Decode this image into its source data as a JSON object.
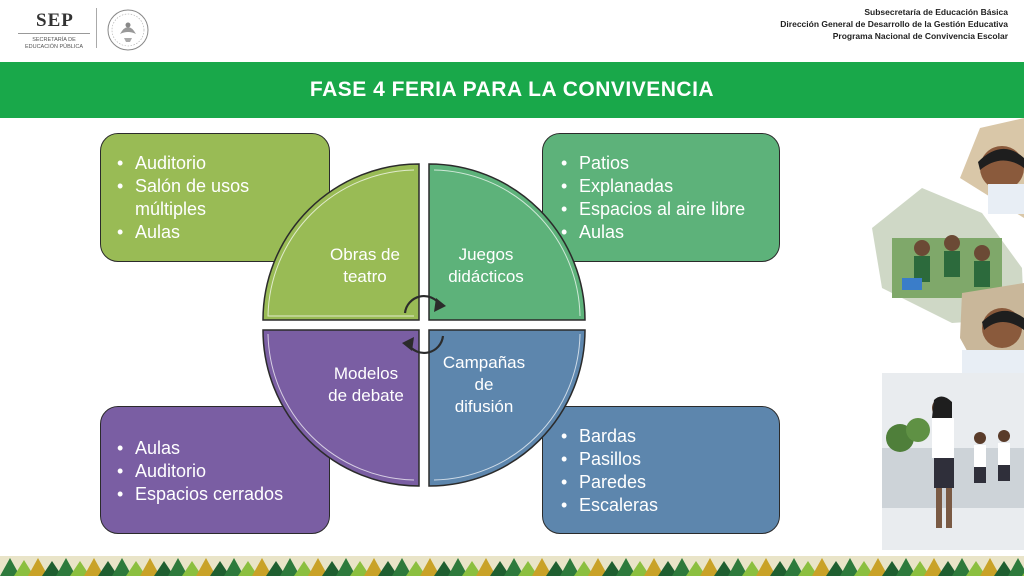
{
  "header": {
    "sep_logo_text": "SEP",
    "sep_subtitle_line1": "SECRETARÍA DE",
    "sep_subtitle_line2": "EDUCACIÓN PÚBLICA",
    "right_line1": "Subsecretaría de Educación Básica",
    "right_line2": "Dirección General de Desarrollo de la Gestión Educativa",
    "right_line3": "Programa Nacional de Convivencia Escolar"
  },
  "title": "FASE 4 FERIA PARA LA CONVIVENCIA",
  "cycle": {
    "q1": {
      "line1": "Obras de",
      "line2": "teatro"
    },
    "q2": {
      "line1": "Juegos",
      "line2": "didácticos"
    },
    "q3": {
      "line1": "Campañas",
      "line2": "de",
      "line3": "difusión"
    },
    "q4": {
      "line1": "Modelos",
      "line2": "de debate"
    }
  },
  "boxes": {
    "top_left": [
      "Auditorio",
      "Salón de usos múltiples",
      "Aulas"
    ],
    "top_right": [
      "Patios",
      "Explanadas",
      "Espacios al aire libre",
      "Aulas"
    ],
    "bottom_left": [
      "Aulas",
      "Auditorio",
      "Espacios cerrados"
    ],
    "bottom_right": [
      "Bardas",
      "Pasillos",
      "Paredes",
      "Escaleras"
    ]
  },
  "colors": {
    "title_bar": "#19a84a",
    "green_olive": "#99bb55",
    "green_teal": "#5db27a",
    "purple": "#7a5ea3",
    "blue": "#5d86ad"
  }
}
